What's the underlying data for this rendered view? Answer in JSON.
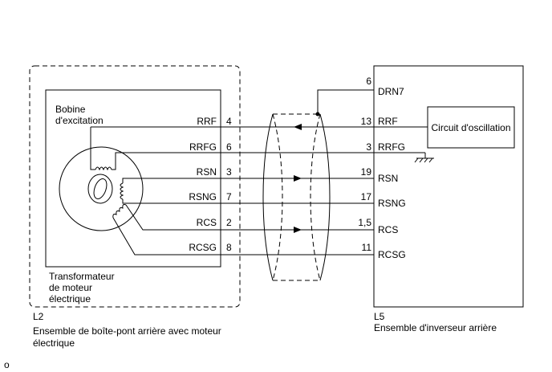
{
  "left_unit": {
    "coil_label_line1": "Bobine",
    "coil_label_line2": "d'excitation",
    "resolver_label_line1": "Transformateur",
    "resolver_label_line2": "de moteur",
    "resolver_label_line3": "électrique",
    "connector": "L2",
    "name_line1": "Ensemble de boîte-pont arrière avec moteur",
    "name_line2": "électrique"
  },
  "right_unit": {
    "oscillator_label": "Circuit d'oscillation",
    "connector": "L5",
    "name": "Ensemble d'inverseur arrière"
  },
  "wires": [
    {
      "left_name": "RRF",
      "left_pin": "4",
      "right_pin": "13",
      "right_name": "RRF"
    },
    {
      "left_name": "RRFG",
      "left_pin": "6",
      "right_pin": "3",
      "right_name": "RRFG"
    },
    {
      "left_name": "RSN",
      "left_pin": "3",
      "right_pin": "19",
      "right_name": "RSN"
    },
    {
      "left_name": "RSNG",
      "left_pin": "7",
      "right_pin": "17",
      "right_name": "RSNG"
    },
    {
      "left_name": "RCS",
      "left_pin": "2",
      "right_pin": "1,5",
      "right_name": "RCS"
    },
    {
      "left_name": "RCSG",
      "left_pin": "8",
      "right_pin": "11",
      "right_name": "RCSG"
    }
  ],
  "drain": {
    "pin": "6",
    "name": "DRN7"
  },
  "footnote": "o"
}
